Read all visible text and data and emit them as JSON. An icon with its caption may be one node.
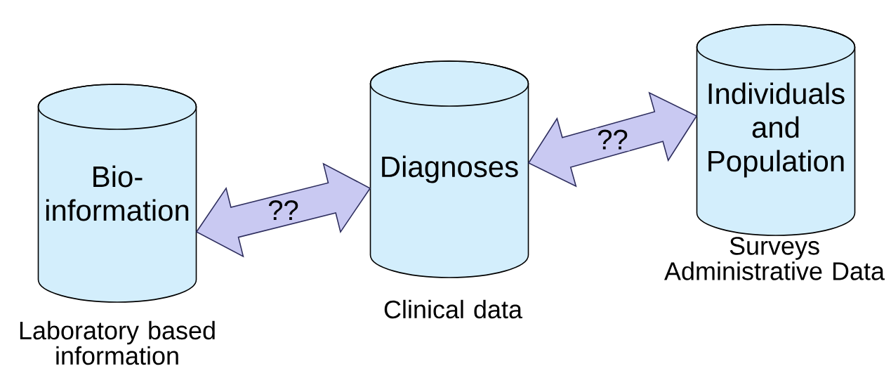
{
  "diagram": {
    "nodes": [
      {
        "text": [
          "Bio- information"
        ],
        "beside": [
          "Laboratory based information"
        ]
      },
      {
        "text": [
          "Diagnoses"
        ],
        "beside": [
          "Clinical data"
        ]
      },
      {
        "text": [
          "Individuals and Population"
        ],
        "beside": [
          "Surveys Administrative Data"
        ]
      }
    ],
    "edges": [
      {
        "from": 0,
        "to": 1,
        "arrow": "both",
        "label": "??"
      },
      {
        "from": 1,
        "to": 2,
        "arrow": "both",
        "label": "??"
      }
    ]
  }
}
